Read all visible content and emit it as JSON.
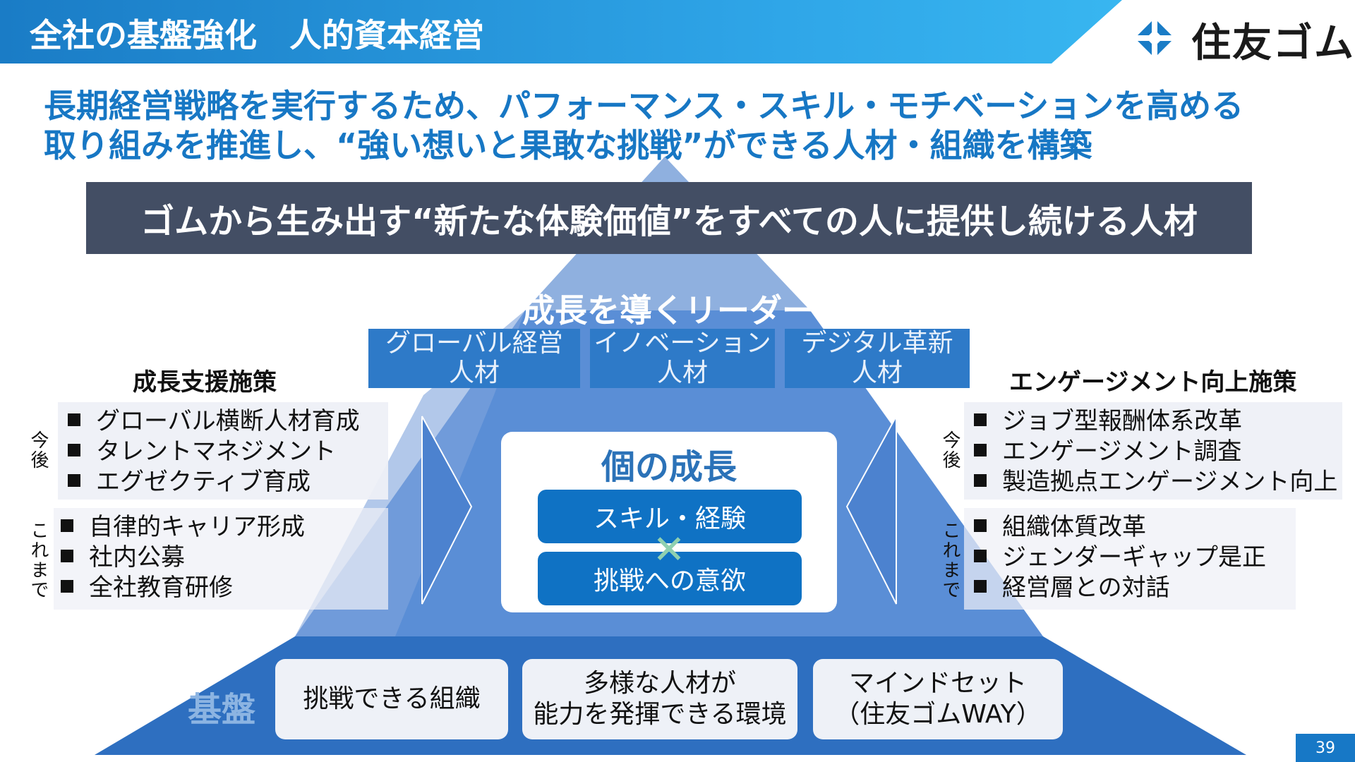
{
  "header": {
    "title": "全社の基盤強化　人的資本経営"
  },
  "brand": {
    "logo_text": "住友ゴム",
    "logo_color": "#1a7cc6"
  },
  "headline": {
    "line1": "長期経営戦略を実行するため、パフォーマンス・スキル・モチベーションを高める",
    "line2": "取り組みを推進し、“強い想いと果敢な挑戦”ができる人材・組織を構築"
  },
  "vision": {
    "text": "ゴムから生み出す“新たな体験価値”をすべての人に提供し続ける人材"
  },
  "leaders": {
    "title": "成長を導くリーダー",
    "items": [
      "グローバル経営\n人材",
      "イノベーション\n人材",
      "デジタル革新\n人材"
    ]
  },
  "left": {
    "heading": "成長支援施策",
    "future_label": "今後",
    "future_items": [
      "グローバル横断人材育成",
      "タレントマネジメント",
      "エグゼクティブ育成"
    ],
    "past_label": "これまで",
    "past_items": [
      "自律的キャリア形成",
      "社内公募",
      "全社教育研修"
    ]
  },
  "right": {
    "heading": "エンゲージメント向上施策",
    "future_label": "今後",
    "future_items": [
      "ジョブ型報酬体系改革",
      "エンゲージメント調査",
      "製造拠点エンゲージメント向上"
    ],
    "past_label": "これまで",
    "past_items": [
      "組織体質改革",
      "ジェンダーギャップ是正",
      "経営層との対話"
    ]
  },
  "core": {
    "title": "個の成長",
    "skill": "スキル・経験",
    "cross": "✕",
    "motivation": "挑戦への意欲"
  },
  "foundation": {
    "label": "基盤",
    "items": [
      "挑戦できる組織",
      "多様な人材が\n能力を発揮できる環境",
      "マインドセット\n（住友ゴムWAY）"
    ]
  },
  "page": {
    "number": "39"
  },
  "colors": {
    "title_blue": "#1a7cc6",
    "headline_blue": "#1777c4",
    "banner": "#434e64",
    "pyramid_top": "#8fb0df",
    "pyramid_mid": "#5a8ed6",
    "pyramid_base": "#2e6fc0"
  }
}
